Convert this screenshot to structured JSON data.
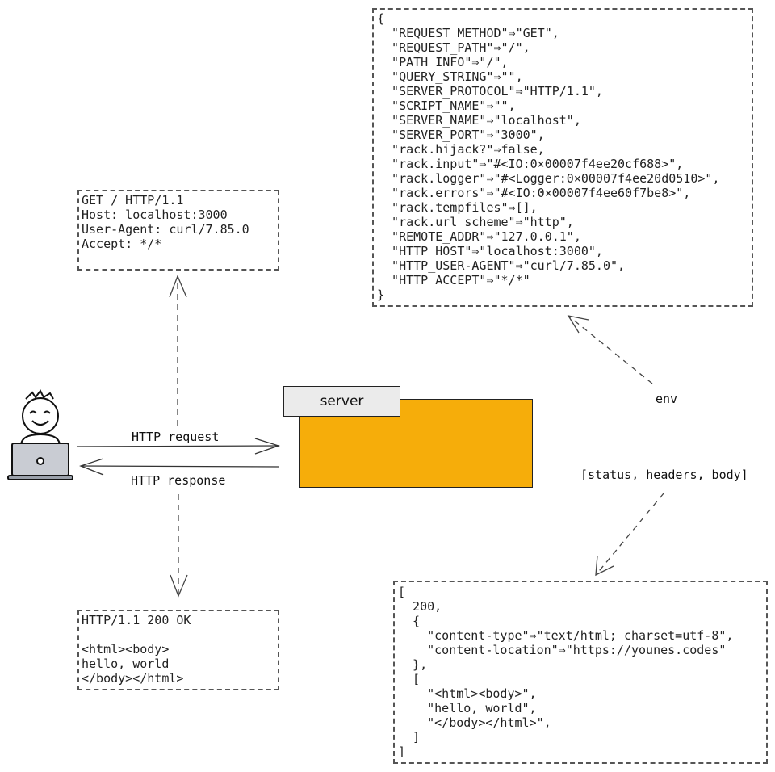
{
  "request_box": {
    "lines": [
      "GET / HTTP/1.1",
      "Host: localhost:3000",
      "User-Agent: curl/7.85.0",
      "Accept: */*"
    ]
  },
  "response_box": {
    "lines": [
      "HTTP/1.1 200 OK",
      "",
      "<html><body>",
      "hello, world",
      "</body></html>"
    ]
  },
  "env_box": {
    "lines": [
      "{",
      "  \"REQUEST_METHOD\"⇒\"GET\",",
      "  \"REQUEST_PATH\"⇒\"/\",",
      "  \"PATH_INFO\"⇒\"/\",",
      "  \"QUERY_STRING\"⇒\"\",",
      "  \"SERVER_PROTOCOL\"⇒\"HTTP/1.1\",",
      "  \"SCRIPT_NAME\"⇒\"\",",
      "  \"SERVER_NAME\"⇒\"localhost\",",
      "  \"SERVER_PORT\"⇒\"3000\",",
      "  \"rack.hijack?\"⇒false,",
      "  \"rack.input\"⇒\"#<IO:0×00007f4ee20cf688>\",",
      "  \"rack.logger\"⇒\"#<Logger:0×00007f4ee20d0510>\",",
      "  \"rack.errors\"⇒\"#<IO:0×00007f4ee60f7be8>\",",
      "  \"rack.tempfiles\"⇒[],",
      "  \"rack.url_scheme\"⇒\"http\",",
      "  \"REMOTE_ADDR\"⇒\"127.0.0.1\",",
      "  \"HTTP_HOST\"⇒\"localhost:3000\",",
      "  \"HTTP_USER-AGENT\"⇒\"curl/7.85.0\",",
      "  \"HTTP_ACCEPT\"⇒\"*/*\"",
      "}"
    ]
  },
  "rack_response_box": {
    "lines": [
      "[",
      "  200,",
      "  {",
      "    \"content-type\"⇒\"text/html; charset=utf-8\",",
      "    \"content-location\"⇒\"https://younes.codes\"",
      "  },",
      "  [",
      "    \"<html><body>\",",
      "    \"hello, world\",",
      "    \"</body></html>\",",
      "  ]",
      "]"
    ]
  },
  "labels": {
    "http_request": "HTTP request",
    "http_response": "HTTP response",
    "env": "env",
    "rack_triplet": "[status, headers, body]",
    "server": "server"
  },
  "icons": {
    "user": "user-with-laptop-icon"
  },
  "colors": {
    "server_fill": "#f6ad0a",
    "server_tab_fill": "#ebebeb",
    "stroke": "#555555"
  }
}
